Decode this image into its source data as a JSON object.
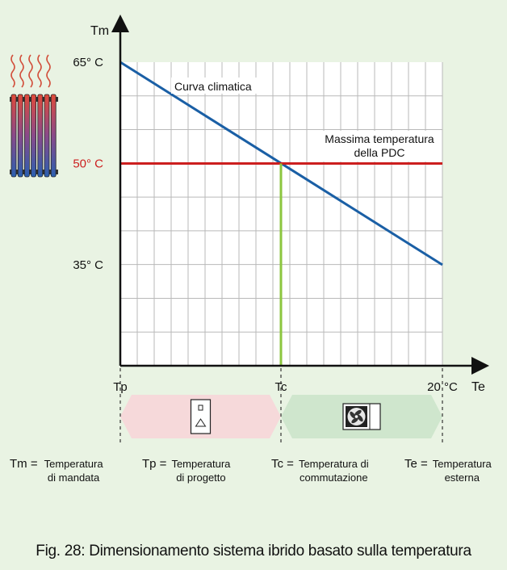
{
  "chart_data": {
    "type": "line",
    "y_axis": {
      "label": "Tm",
      "ticks": [
        {
          "value": 65,
          "label": "65° C",
          "color": "#111111"
        },
        {
          "value": 50,
          "label": "50° C",
          "color": "#cc1f1f"
        },
        {
          "value": 35,
          "label": "35° C",
          "color": "#111111"
        }
      ]
    },
    "x_axis": {
      "label": "Te",
      "ticks": [
        {
          "key": "tp",
          "label": "Tp"
        },
        {
          "key": "tc",
          "label": "Tc"
        },
        {
          "key": "te20",
          "label": "20 °C"
        }
      ]
    },
    "series": [
      {
        "name": "Curva climatica",
        "color": "#1a5fa5",
        "points": [
          [
            "tp",
            65
          ],
          [
            "te20",
            35
          ]
        ]
      },
      {
        "name": "Massima temperatura della PDC",
        "color": "#cc1f1f",
        "points": [
          [
            "tp",
            50
          ],
          [
            "te20",
            50
          ]
        ]
      }
    ],
    "annotations": {
      "curve_label": "Curva climatica",
      "pdc_label_line1": "Massima temperatura",
      "pdc_label_line2": "della PDC"
    },
    "switch_point": {
      "x": "tc",
      "y": 50,
      "color": "#8cc63f"
    },
    "zones": [
      {
        "from": "tp",
        "to": "tc",
        "color": "#f6d9da",
        "icon": "boiler-icon"
      },
      {
        "from": "tc",
        "to": "te20",
        "color": "#cfe6cd",
        "icon": "heat-pump-icon"
      }
    ],
    "grid": true
  },
  "legend": [
    {
      "symbol": "Tm =",
      "desc": "Temperatura\ndi mandata"
    },
    {
      "symbol": "Tp =",
      "desc": "Temperatura\ndi progetto"
    },
    {
      "symbol": "Tc =",
      "desc": "Temperatura di\ncommutazione"
    },
    {
      "symbol": "Te =",
      "desc": "Temperatura\nesterna"
    }
  ],
  "caption": "Fig. 28: Dimensionamento sistema ibrido basato sulla temperatura",
  "colors": {
    "background": "#e9f3e3",
    "plot_bg": "#ffffff",
    "grid": "#b9b9b9",
    "axis": "#111111"
  }
}
